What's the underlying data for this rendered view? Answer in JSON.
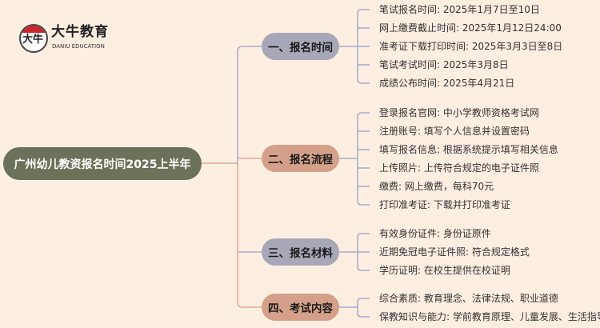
{
  "logo": {
    "cn": "大牛教育",
    "en": "DANIU EDUCATION",
    "mark": "大牛"
  },
  "root": {
    "title": "广州幼儿教资报名时间2025上半年"
  },
  "colors": {
    "background": "#fdeee2",
    "root": "#6b7259",
    "grey_node": "#a8a7b8",
    "orange_node": "#d4a089",
    "grey_line": "#a9adc9",
    "orange_line": "#e0ad94"
  },
  "branches": [
    {
      "label": "一、报名时间",
      "leaves": [
        "笔试报名时间: 2025年1月7日至10日",
        "网上缴费截止时间: 2025年1月12日24:00",
        "准考证下载打印时间: 2025年3月3日至8日",
        "笔试考试时间: 2025年3月8日",
        "成绩公布时间: 2025年4月21日"
      ]
    },
    {
      "label": "二、报名流程",
      "leaves": [
        "登录报名官网: 中小学教师资格考试网",
        "注册账号: 填写个人信息并设置密码",
        "填写报名信息: 根据系统提示填写相关信息",
        "上传照片: 上传符合规定的电子证件照",
        "缴费: 网上缴费，每科70元",
        "打印准考证: 下载并打印准考证"
      ]
    },
    {
      "label": "三、报名材料",
      "leaves": [
        "有效身份证件: 身份证原件",
        "近期免冠电子证件照: 符合规定格式",
        "学历证明: 在校生提供在校证明"
      ]
    },
    {
      "label": "四、考试内容",
      "leaves": [
        "综合素质: 教育理念、法律法规、职业道德",
        "保教知识与能力: 学前教育原理、儿童发展、生活指导"
      ]
    }
  ]
}
